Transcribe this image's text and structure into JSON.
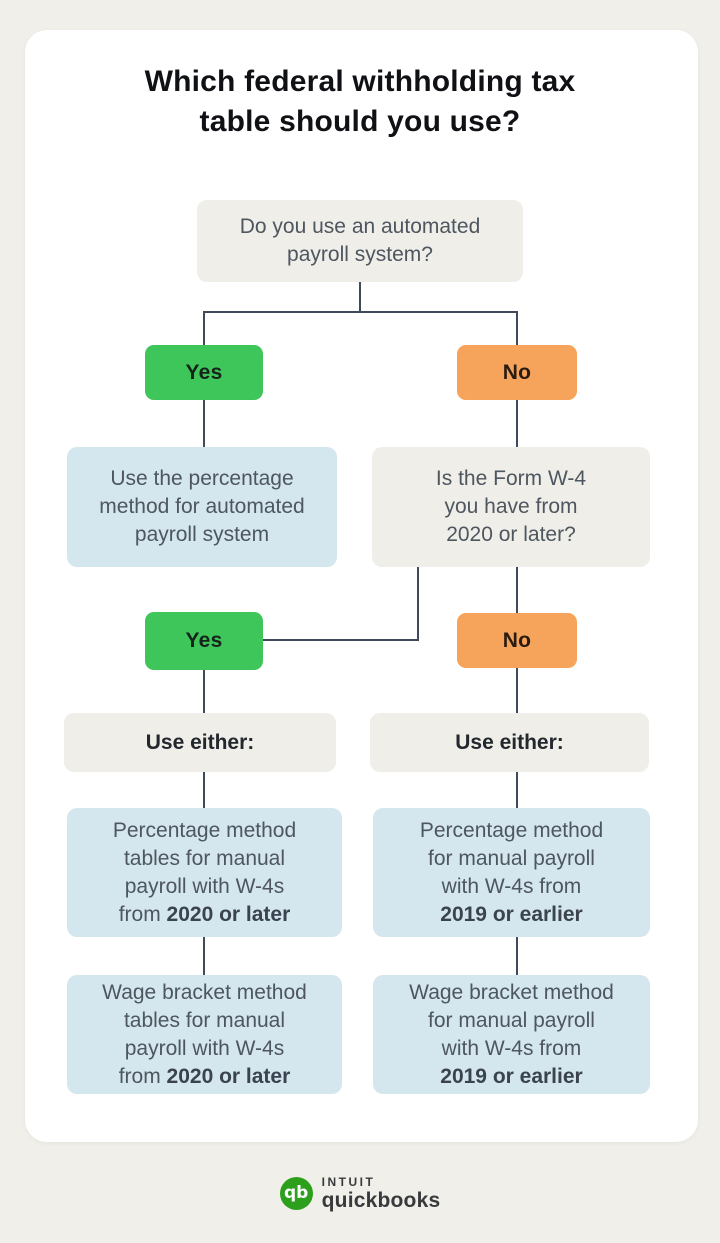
{
  "page": {
    "title": "Which federal withholding tax\ntable should you use?"
  },
  "flowchart": {
    "question_automated": "Do you use an automated\npayroll system?",
    "yes_label": "Yes",
    "no_label": "No",
    "answer_percentage_automated": "Use the percentage\nmethod for automated\npayroll system",
    "question_w4": "Is the Form W-4\nyou have from\n2020 or later?",
    "use_either_label": "Use either:",
    "percentage_manual_2020": {
      "text": "Percentage method\ntables for manual\npayroll with W-4s\nfrom ",
      "bold": "2020 or later"
    },
    "percentage_manual_2019": {
      "text": "Percentage method\nfor manual payroll\nwith W-4s from\n",
      "bold": "2019 or earlier"
    },
    "wage_bracket_2020": {
      "text": "Wage bracket method\ntables for manual\npayroll with W-4s\nfrom ",
      "bold": "2020 or later"
    },
    "wage_bracket_2019": {
      "text": "Wage bracket method\nfor manual payroll\nwith W-4s from\n",
      "bold": "2019 or earlier"
    }
  },
  "branding": {
    "monogram": "qb",
    "intuit": "INTUIT",
    "quickbooks": "quickbooks"
  },
  "colors": {
    "background": "#f0efe9",
    "card": "#ffffff",
    "gray_box": "#efeee9",
    "blue_box": "#d4e7ee",
    "yes_green": "#3ec65a",
    "no_orange": "#f6a45b",
    "connector": "#3f4b5b",
    "quickbooks_green": "#2ca01c"
  }
}
